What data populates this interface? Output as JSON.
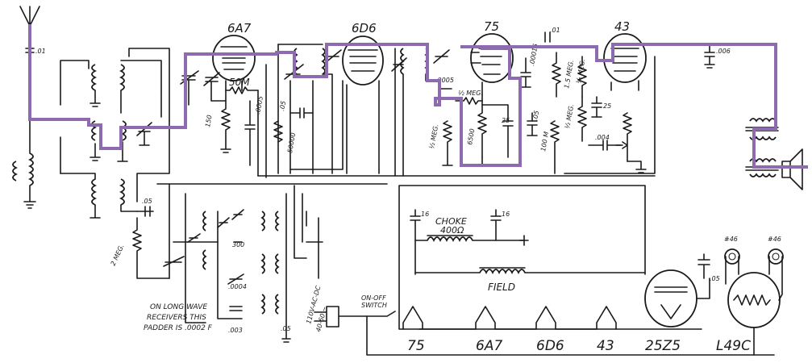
{
  "colors": {
    "highlight": "#8e6bb0",
    "ink": "#1a1a1a"
  },
  "tubes": {
    "t1": "6A7",
    "t2": "6D6",
    "t3": "75",
    "t4": "43"
  },
  "heaters": {
    "h1": "75",
    "h2": "6A7",
    "h3": "6D6",
    "h4": "43",
    "h5": "25Z5",
    "h6": "L49C"
  },
  "pilots": {
    "p1": "#46",
    "p2": "#46"
  },
  "components": {
    "c_ant": ".01",
    "r_osc": "50M",
    "r_150": "150",
    "c_0005": ".0005",
    "c_05a": ".05",
    "r_50000": "50000",
    "c_00015": ".00015",
    "c_05b": ".05",
    "c_0005b": ".0005",
    "r_half_meg_a": "½ MEG.",
    "r_6500": "6500",
    "c_25a": "25",
    "r_half_meg_b": "½ MEG.",
    "r_100": "100 M",
    "c_01": ".01",
    "r_15meg": "1.5 MEG.",
    "r_quarter_meg": "¼ MEG.",
    "r_half_meg_c": "½ MEG.",
    "c_25b": "25",
    "c_004": ".004",
    "c_006": ".006",
    "c_05_left": ".05",
    "r_2meg": "2 MEG.",
    "c_300": "300",
    "c_0004": ".0004",
    "c_003": ".003",
    "c_05_lower": ".05",
    "c_16a": "16",
    "c_16b": "16",
    "c_05_right": ".05"
  },
  "labels": {
    "choke_line1": "CHOKE",
    "choke_line2": "400Ω",
    "field": "FIELD",
    "switch_line1": "ON-OFF",
    "switch_line2": "SWITCH",
    "power_line1": "110V-AC-DC",
    "power_line2": "40-60 ~",
    "note_line1": "ON LONG WAVE",
    "note_line2": "RECEIVERS THIS",
    "note_line3": "PADDER IS .0002 F"
  }
}
